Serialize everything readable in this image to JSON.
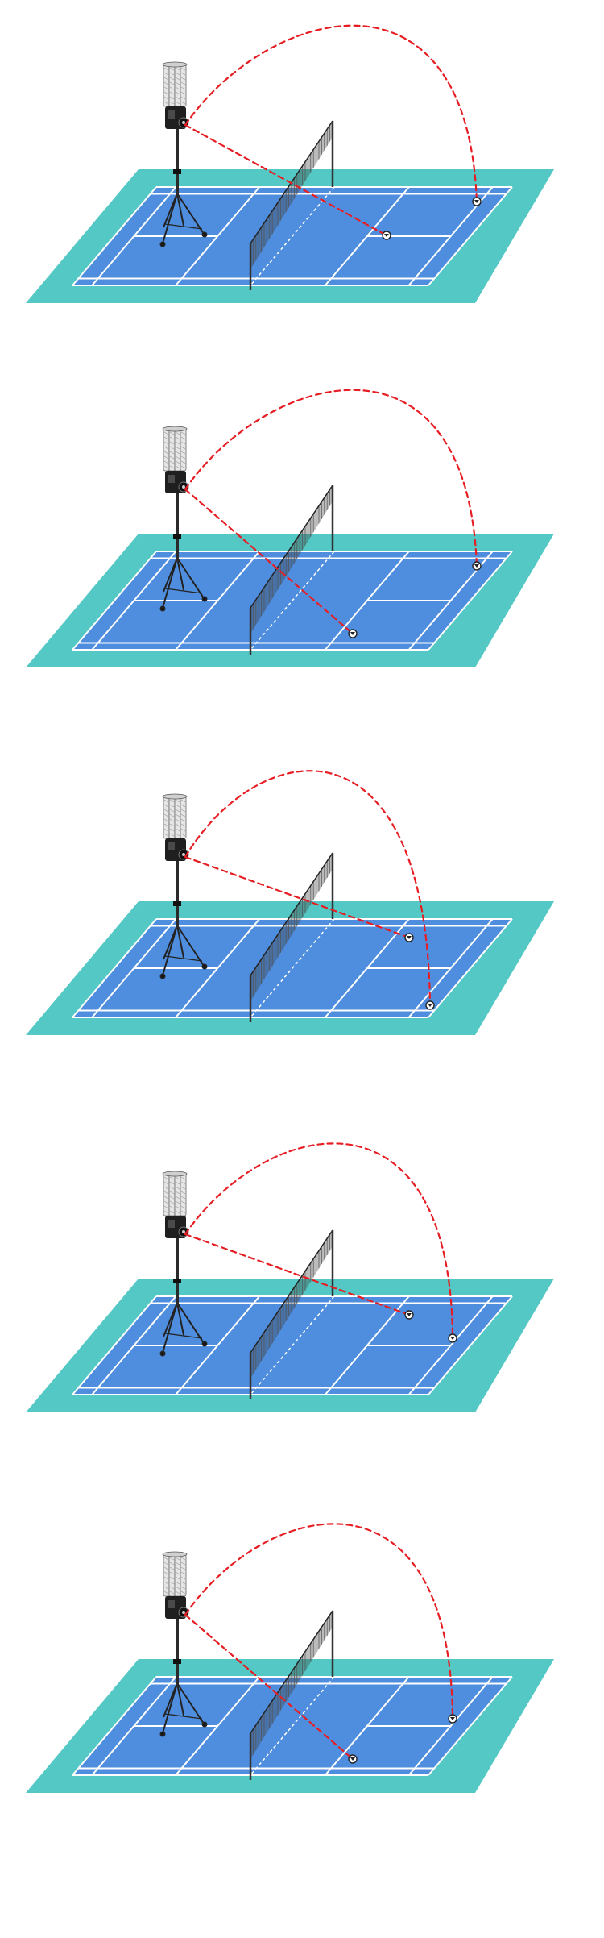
{
  "colors": {
    "background": "#ffffff",
    "surround": "#54c8c4",
    "court": "#4f8ede",
    "court_lines": "#ffffff",
    "net_post": "#333333",
    "net_mesh": "#555555",
    "trajectory": "#e61e24",
    "machine_body": "#1f1f1f",
    "tube": "#e6e6e6",
    "shuttle": "#222222"
  },
  "icons": {
    "machine": "shuttlecock-launcher-icon",
    "landing": "shuttlecock-icon"
  },
  "diagrams": [
    {
      "id": "drill-1",
      "shots": [
        "straight-mid",
        "high-clear-back-right"
      ]
    },
    {
      "id": "drill-2",
      "shots": [
        "drive-front-left",
        "high-clear-back-right"
      ]
    },
    {
      "id": "drill-3",
      "shots": [
        "straight-back-mid",
        "high-clear-front-right"
      ]
    },
    {
      "id": "drill-4",
      "shots": [
        "straight-back-mid",
        "high-clear-mid-right"
      ]
    },
    {
      "id": "drill-5",
      "shots": [
        "drive-front-left",
        "high-clear-mid-right"
      ]
    }
  ]
}
